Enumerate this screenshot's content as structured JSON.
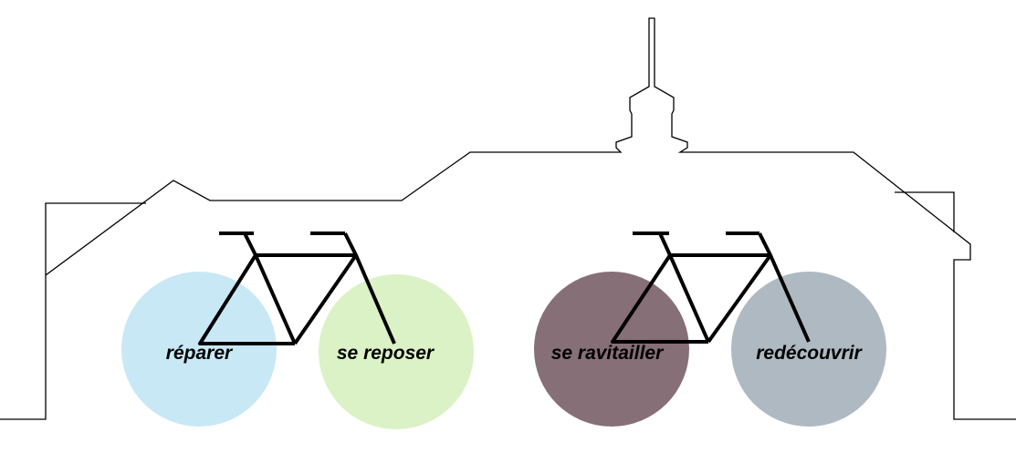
{
  "wheels": [
    {
      "label": "réparer",
      "color": "#c8e8f6"
    },
    {
      "label": "se reposer",
      "color": "#dbf2c6"
    },
    {
      "label": "se ravitailler",
      "color": "#866f76"
    },
    {
      "label": "redécouvrir",
      "color": "#afb9c1"
    }
  ],
  "line_color": "#000000",
  "background": "#ffffff"
}
